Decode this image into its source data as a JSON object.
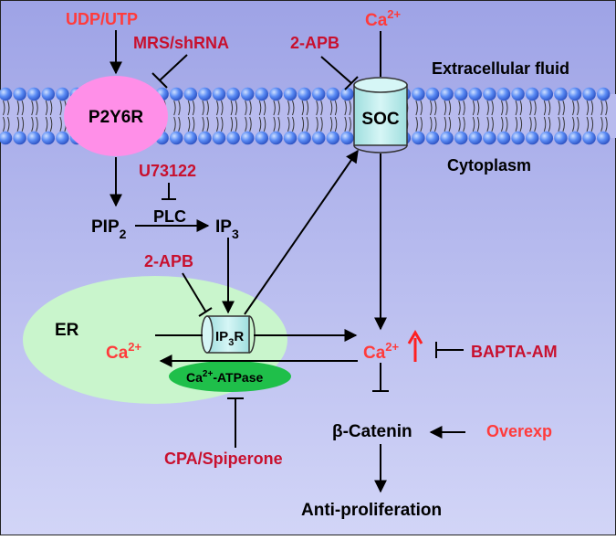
{
  "labels": {
    "udp_utp": "UDP/UTP",
    "mrs_shrna": "MRS/shRNA",
    "two_apb_top": "2-APB",
    "ca_top": "Ca",
    "ca_top_sup": "2+",
    "extracellular": "Extracellular fluid",
    "cytoplasm": "Cytoplasm",
    "p2y6r": "P2Y6R",
    "soc": "SOC",
    "u73122": "U73122",
    "pip": "PIP",
    "pip_sub": "2",
    "plc": "PLC",
    "ip": "IP",
    "ip_sub": "3",
    "two_apb_mid": "2-APB",
    "er": "ER",
    "ip3r_a": "IP",
    "ip3r_sub": "3",
    "ip3r_b": "R",
    "ca_er": "Ca",
    "ca_er_sup": "2+",
    "ca_cyto": "Ca",
    "ca_cyto_sup": "2+",
    "bapta": "BAPTA-AM",
    "atpase_a": "Ca",
    "atpase_sup": "2+",
    "atpase_b": "-ATPase",
    "beta_catenin": "β-Catenin",
    "overexp": "Overexp",
    "cpa_spiperone": "CPA/Spiperone",
    "anti_proliferation": "Anti-proliferation"
  },
  "colors": {
    "background_top": "#9ea3e6",
    "background_bottom": "#cfd2f6",
    "inhibitor_red": "#c8102e",
    "ion_red": "#ff3b3b",
    "p2y6r_fill": "#ff8fe8",
    "soc_fill": "#bfeeee",
    "er_fill": "#c9f5cc",
    "atpase_fill": "#1fbf4a",
    "lipid_head": "#4a7df0"
  }
}
